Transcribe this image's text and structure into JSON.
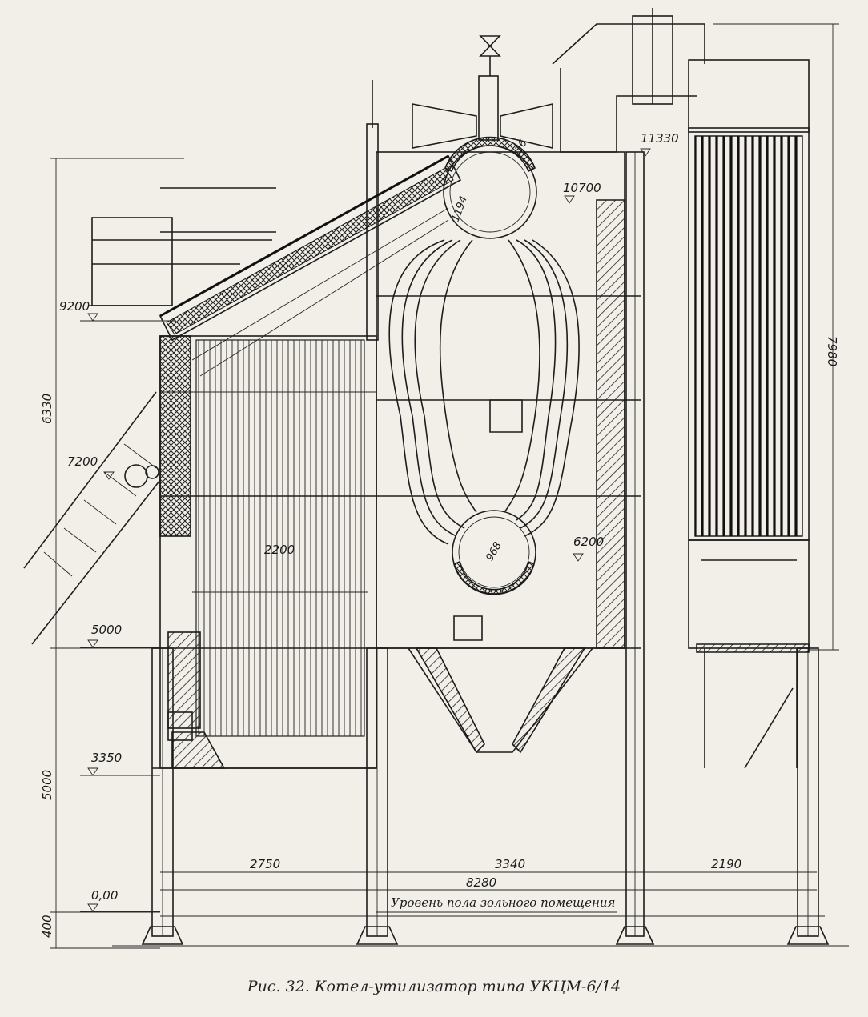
{
  "caption": "Рис. 32. Котел-утилизатор типа УКЦМ-6/14",
  "floor_label": "Уровень пола зольного помещения",
  "elevations": {
    "e11330": "11330",
    "e10700": "10700",
    "e9200": "9200",
    "e7200": "7200",
    "e6200": "6200",
    "e5000": "5000",
    "e3350": "3350",
    "e000": "0,00"
  },
  "dimensions": {
    "d6330": "6330",
    "d5000": "5000",
    "d400": "400",
    "d7980": "7980",
    "d2750": "2750",
    "d3340": "3340",
    "d2190": "2190",
    "d8280": "8280",
    "d2200": "2200",
    "d1194": "1194",
    "d968": "968",
    "d16": "16"
  }
}
